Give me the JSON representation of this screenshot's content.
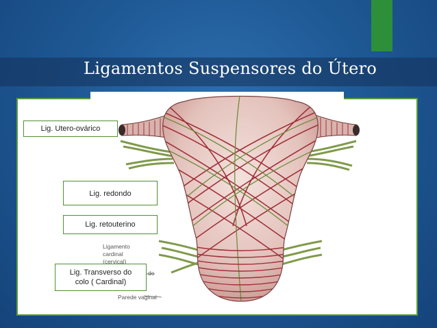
{
  "slide": {
    "title": "Ligamentos Suspensores do Útero"
  },
  "labels": {
    "utero_ovarico": "Lig. Utero-ovárico",
    "redondo": "Lig. redondo",
    "retouterino": "Lig. retouterino",
    "transverso_line1": "Lig. Transverso do",
    "transverso_line2": "colo ( Cardinal)"
  },
  "figure_text": {
    "ligamento": "Ligamento",
    "cardinal": "cardinal",
    "cervical": "(cervical)",
    "de": "de",
    "parede_vaginal": "Parede vaginal"
  },
  "colors": {
    "accent_green": "#2e8f3a",
    "label_border": "#4f8f2e",
    "muscle_red": "#a0303a",
    "ligament_green": "#7f9a4a"
  }
}
